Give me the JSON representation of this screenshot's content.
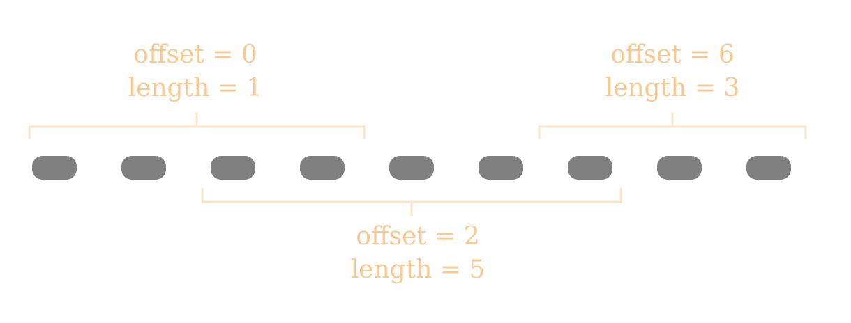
{
  "colors": {
    "background": "#ffffff",
    "item": "#808080",
    "bracket": "#fce4c6",
    "label": "#f9c890"
  },
  "items": [
    {
      "index": 0
    },
    {
      "index": 1
    },
    {
      "index": 2
    },
    {
      "index": 3
    },
    {
      "index": 4
    },
    {
      "index": 5
    },
    {
      "index": 6
    },
    {
      "index": 7
    },
    {
      "index": 8
    }
  ],
  "ranges": [
    {
      "id": "range-1",
      "position": "top",
      "offset_text": "offset = 0",
      "length_text": "length = 1"
    },
    {
      "id": "range-2",
      "position": "bottom",
      "offset_text": "offset = 2",
      "length_text": "length = 5"
    },
    {
      "id": "range-3",
      "position": "top",
      "offset_text": "offset = 6",
      "length_text": "length = 3"
    }
  ]
}
